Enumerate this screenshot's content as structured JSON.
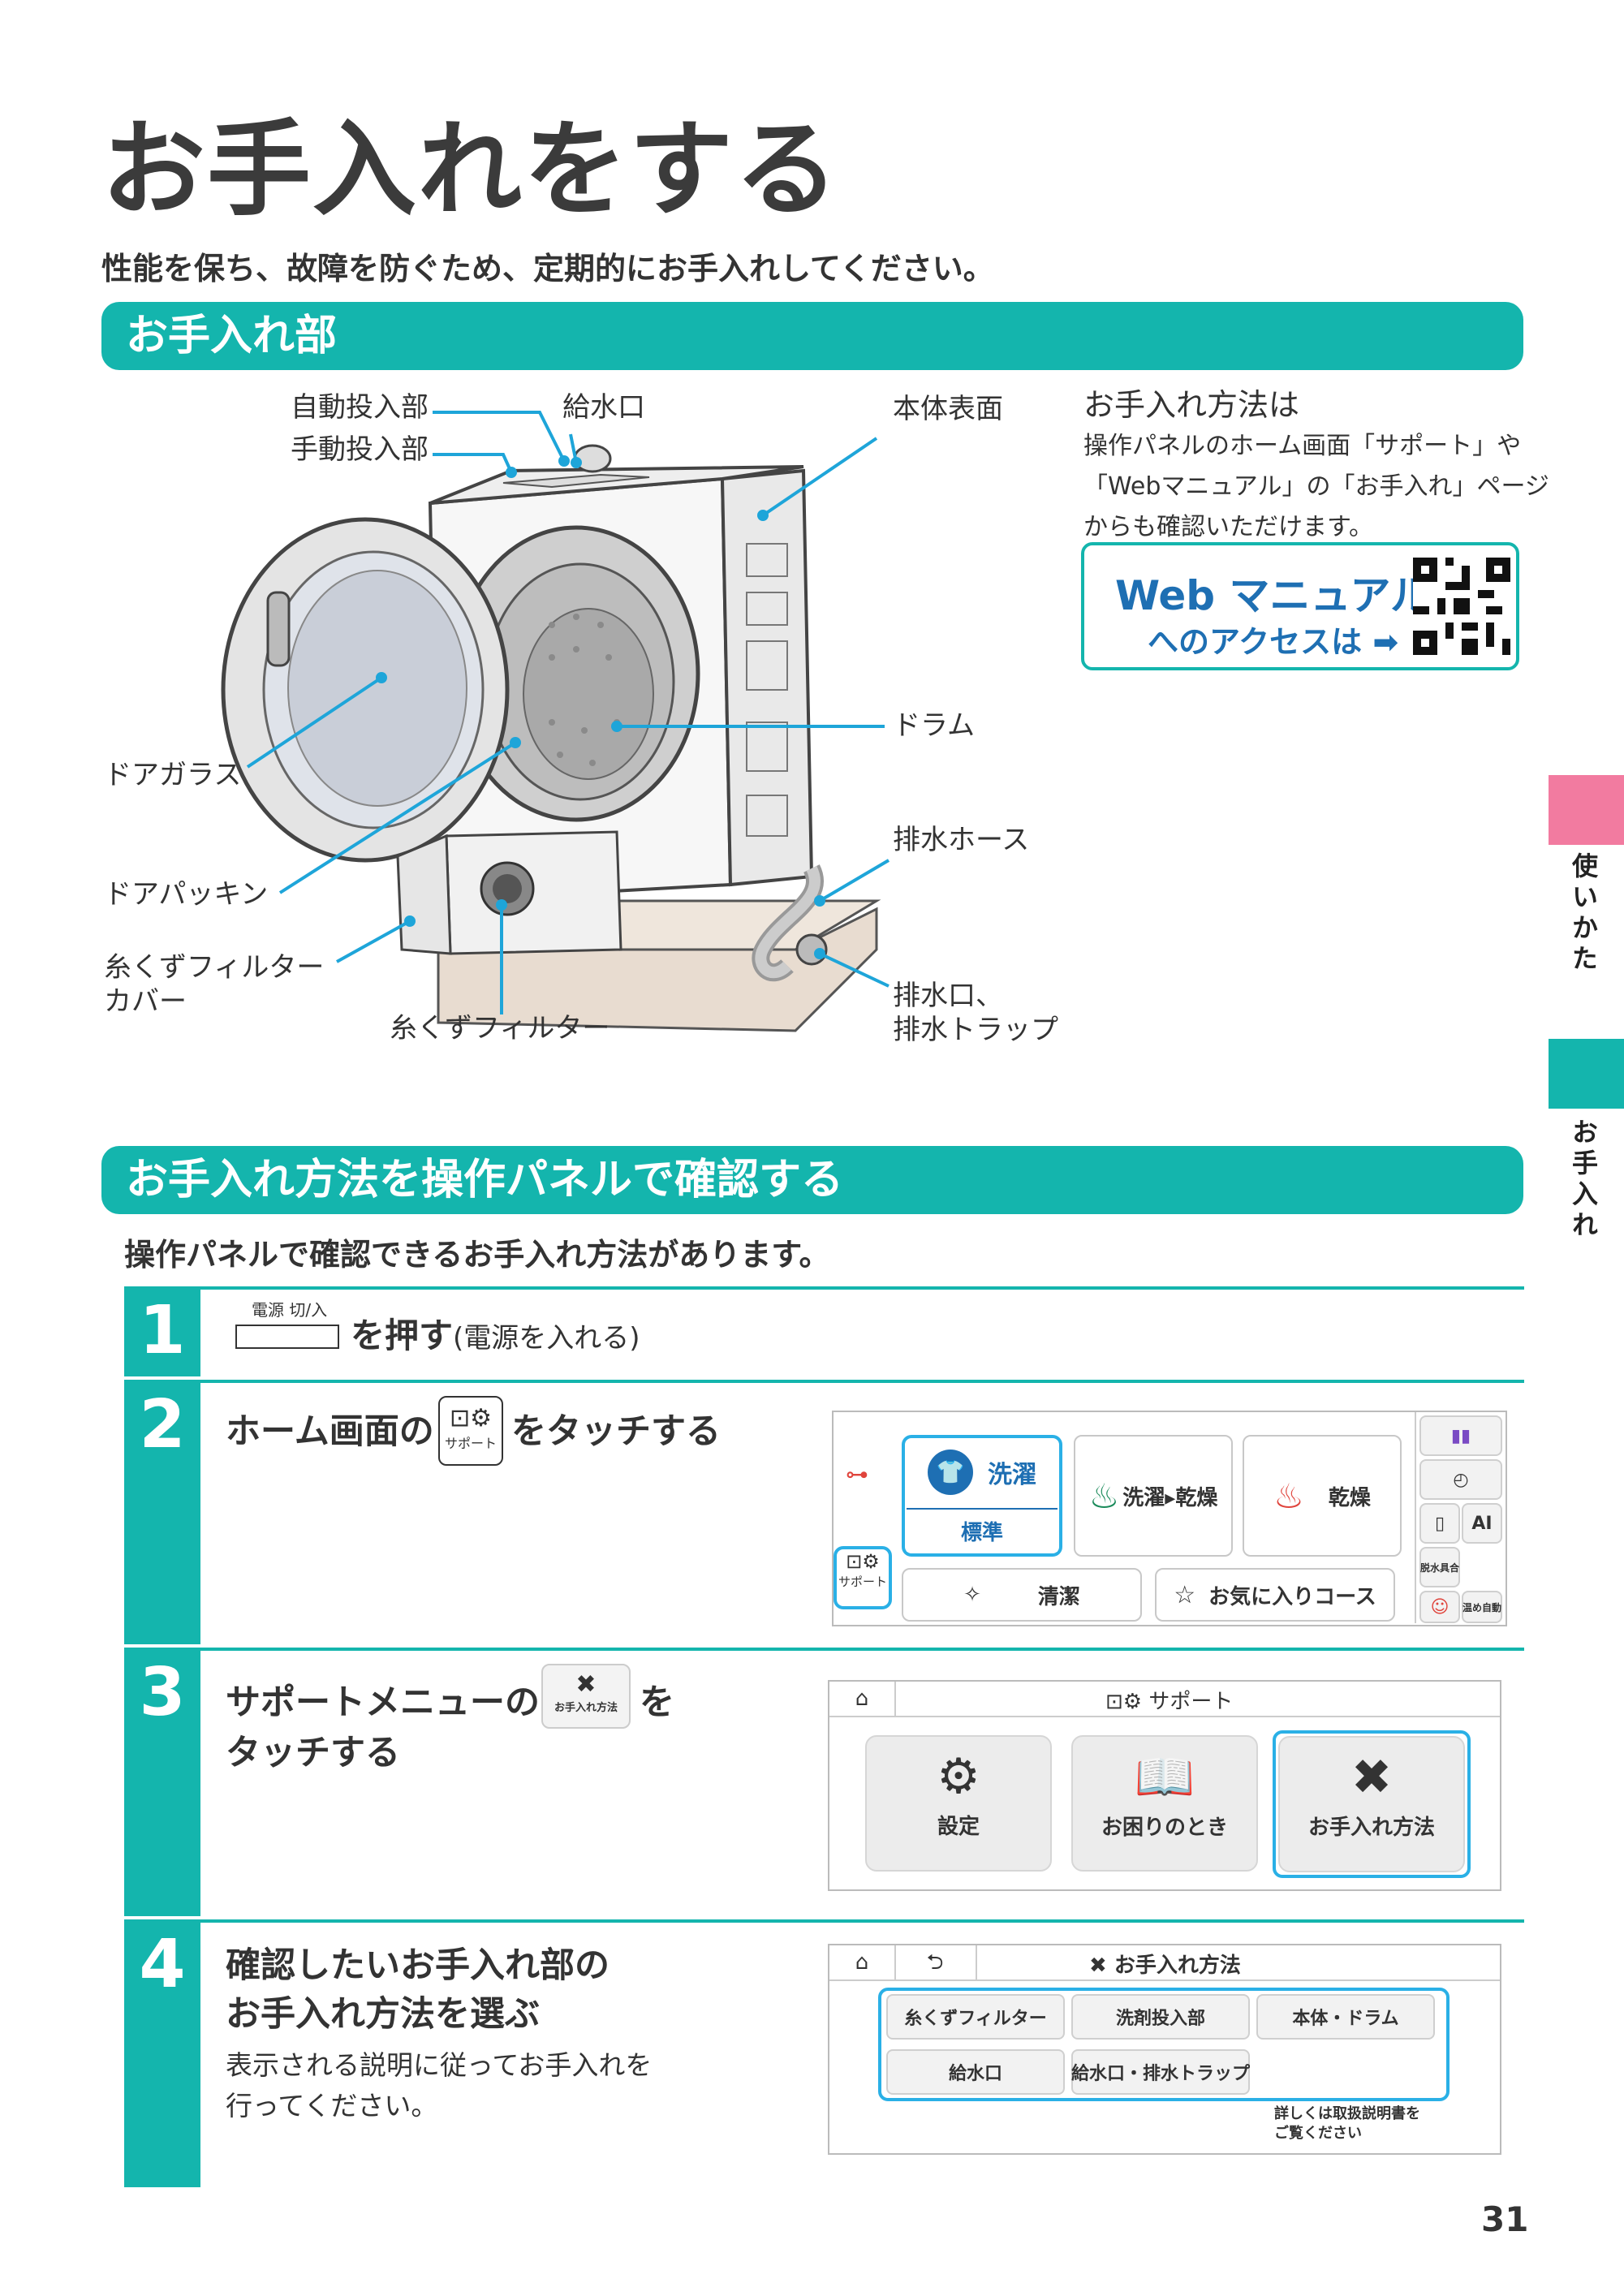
{
  "page": {
    "title": "お手入れをする",
    "lead": "性能を保ち、故障を防ぐため、定期的にお手入れしてください。",
    "page_number": "31"
  },
  "section1": {
    "heading": "お手入れ部",
    "labels": {
      "auto_dispenser": "自動投入部",
      "manual_dispenser": "手動投入部",
      "water_inlet": "給水口",
      "body_surface": "本体表面",
      "drum": "ドラム",
      "door_glass": "ドアガラス",
      "door_packing": "ドアパッキン",
      "lint_cover_1": "糸くずフィルター",
      "lint_cover_2": "カバー",
      "lint_filter": "糸くずフィルター",
      "drain_hose": "排水ホース",
      "drain_outlet_1": "排水口、",
      "drain_outlet_2": "排水トラップ"
    },
    "method": {
      "heading": "お手入れ方法は",
      "line1": "操作パネルのホーム画面「サポート」や",
      "line2": "「Webマニュアル」の「お手入れ」ページ",
      "line3": "からも確認いただけます。"
    },
    "web_manual": {
      "line1": "Web マニュアル",
      "line2": "へのアクセスは ➡"
    }
  },
  "side_tabs": {
    "usage": "使いかた",
    "care": "お手入れ",
    "usage_color": "#f27ba0",
    "care_color": "#14b5ad"
  },
  "section2": {
    "heading": "お手入れ方法を操作パネルで確認する",
    "lead": "操作パネルで確認できるお手入れ方法があります。",
    "steps": [
      {
        "num": "1",
        "key_label": "電源 切/入",
        "action": "を押す",
        "note": "(電源を入れる)"
      },
      {
        "num": "2",
        "pre": "ホーム画面の",
        "icon_label": "サポート",
        "post": "をタッチする"
      },
      {
        "num": "3",
        "pre": "サポートメニューの",
        "icon_label": "お手入れ方法",
        "post": "を",
        "line2": "タッチする"
      },
      {
        "num": "4",
        "line1": "確認したいお手入れ部の",
        "line2": "お手入れ方法を選ぶ",
        "desc1": "表示される説明に従ってお手入れを",
        "desc2": "行ってください。"
      }
    ]
  },
  "home_screen": {
    "wash": "洗濯",
    "standard": "標準",
    "wash_dry": "洗濯▸乾燥",
    "dry": "乾燥",
    "support": "サポート",
    "clean": "清潔",
    "favorite": "お気に入りコース",
    "ai": "AI",
    "detergent_set": "脱水具合",
    "auto_temp": "温め自動"
  },
  "support_screen": {
    "title": "サポート",
    "settings": "設定",
    "trouble": "お困りのとき",
    "care_method": "お手入れ方法"
  },
  "care_screen": {
    "title": "お手入れ方法",
    "items": [
      "糸くずフィルター",
      "洗剤投入部",
      "本体・ドラム",
      "給水口",
      "給水口・排水トラップ"
    ],
    "footer1": "詳しくは取扱説明書を",
    "footer2": "ご覧ください"
  },
  "colors": {
    "accent": "#14b5ad",
    "callout_line": "#1ea5d9",
    "highlight": "#2ab0e6",
    "web_blue": "#1e6fb3"
  }
}
